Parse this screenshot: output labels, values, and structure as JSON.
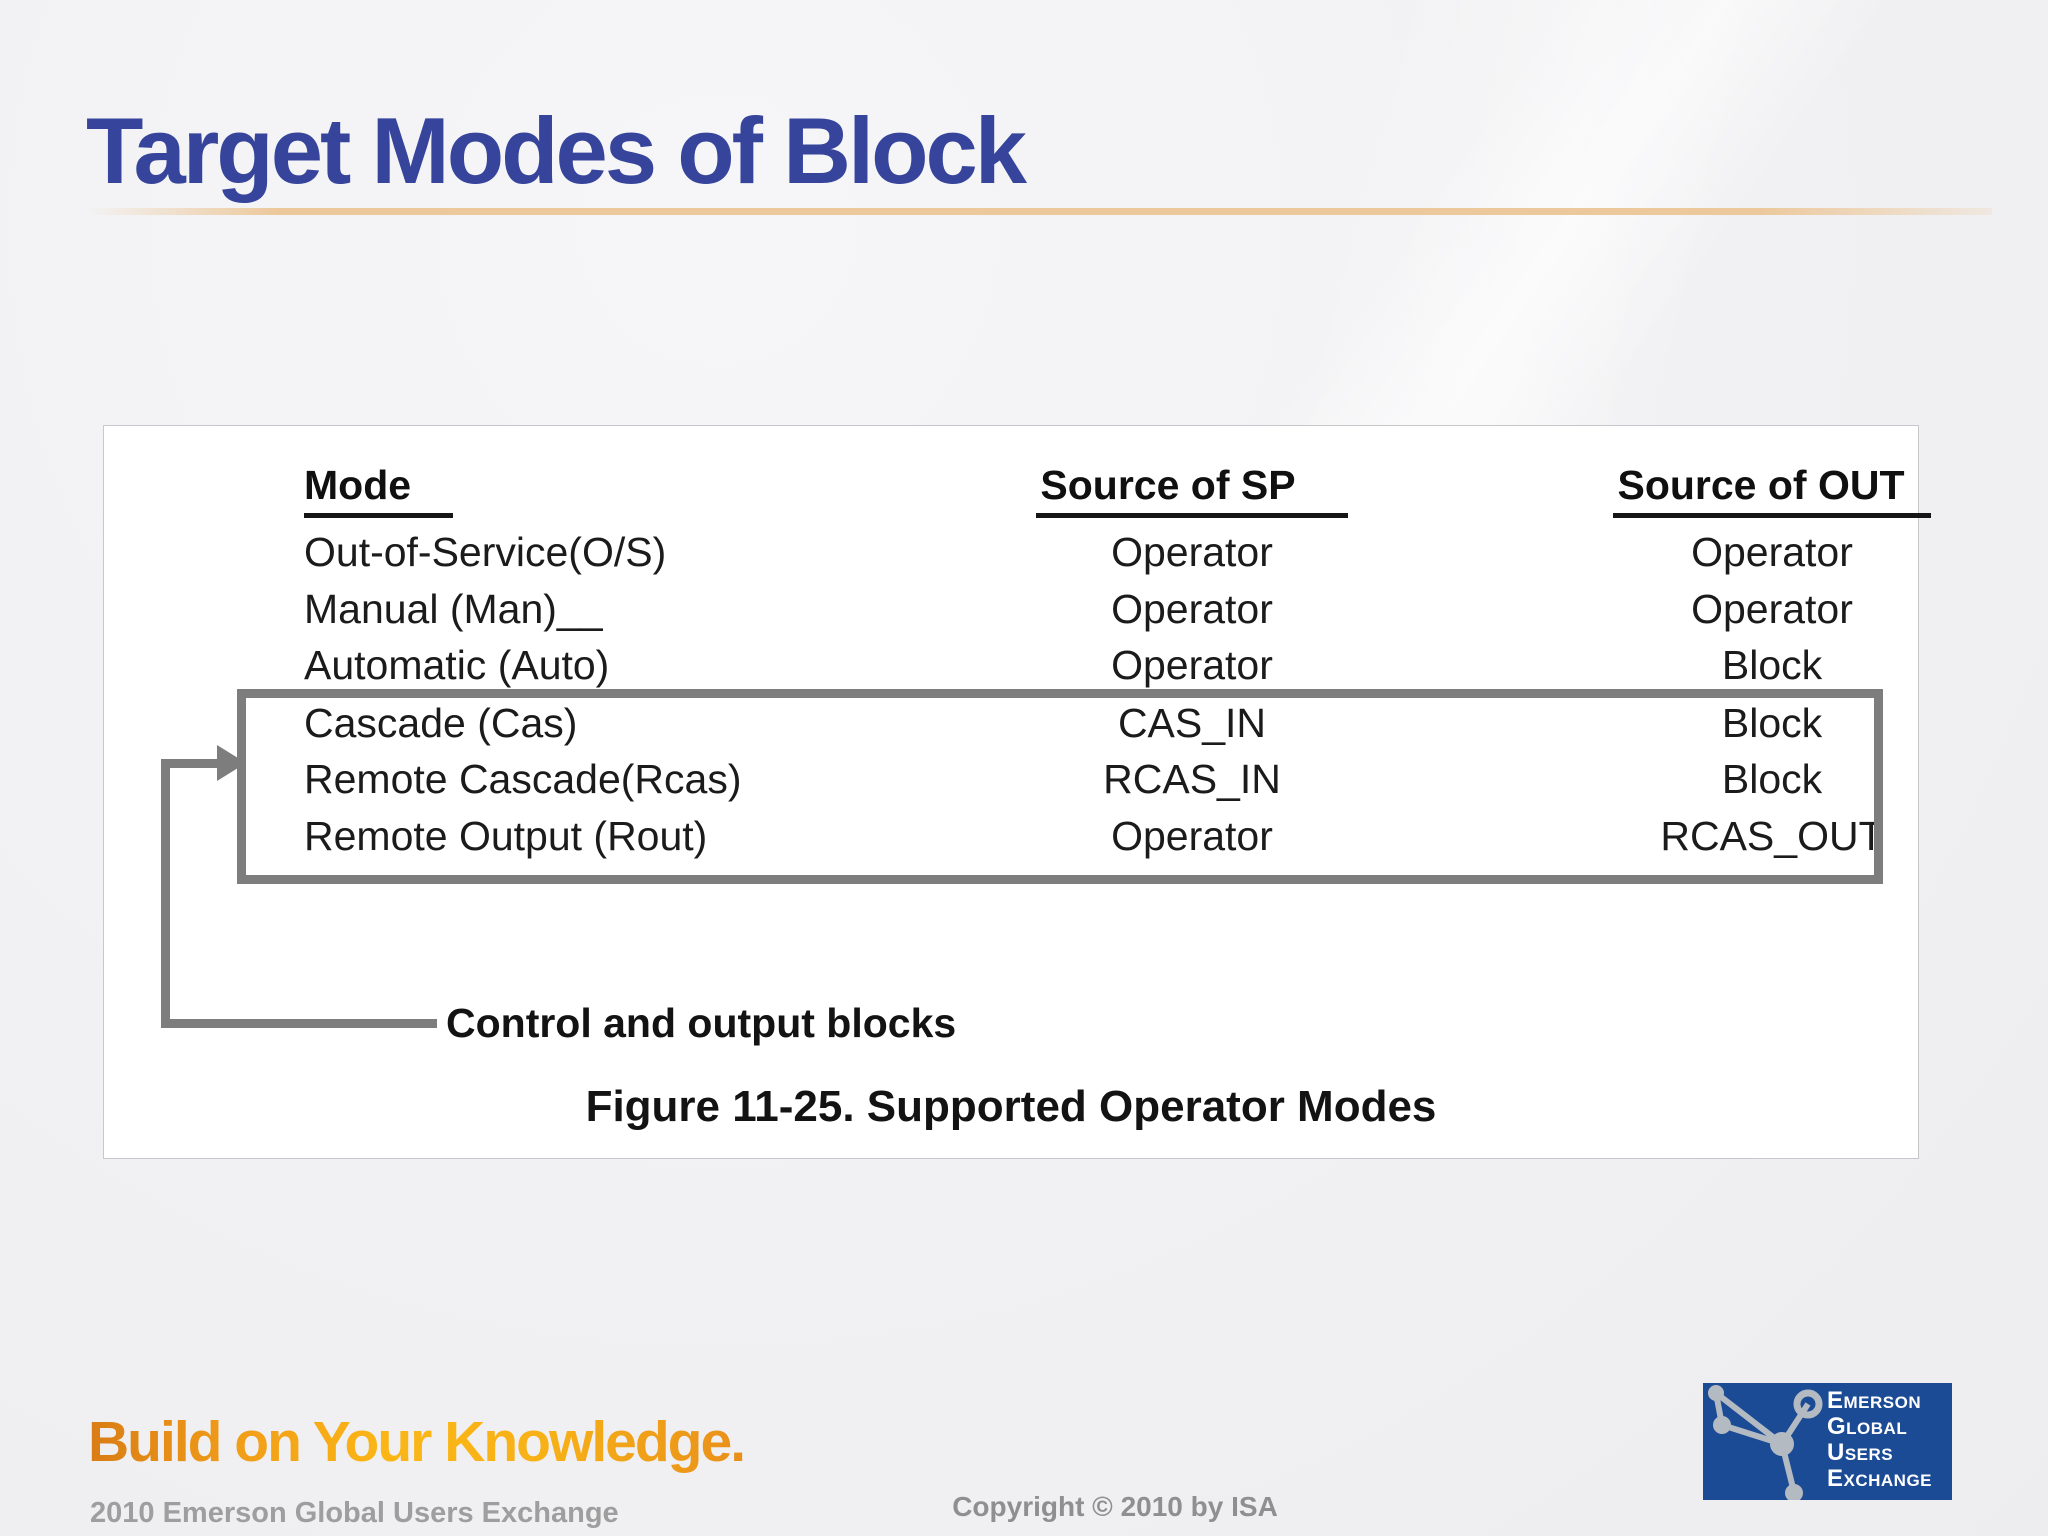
{
  "slide": {
    "title": "Target Modes of Block",
    "figure": {
      "table": {
        "headers": [
          "Mode",
          "Source of SP",
          "Source of OUT"
        ],
        "rows": [
          [
            "Out-of-Service(O/S)",
            "Operator",
            "Operator"
          ],
          [
            "Manual (Man)__",
            "Operator",
            "Operator"
          ],
          [
            "Automatic (Auto)",
            "Operator",
            "Block"
          ],
          [
            "Cascade (Cas)",
            "CAS_IN",
            "Block"
          ],
          [
            "Remote Cascade(Rcas)",
            "RCAS_IN",
            "Block"
          ],
          [
            "Remote Output (Rout)",
            "Operator",
            "RCAS_OUT"
          ]
        ],
        "highlighted_rows": "Cascade (Cas), Remote Cascade(Rcas), Remote Output (Rout)"
      },
      "callout_label": "Control and output blocks",
      "caption": "Figure 11-25. Supported Operator Modes"
    },
    "footer": {
      "tagline": "Build on Your Knowledge.",
      "subtitle": "2010 Emerson Global Users Exchange",
      "copyright": "Copyright © 2010 by ISA"
    },
    "logo": {
      "lines": [
        "Emerson",
        "Global",
        "Users",
        "Exchange"
      ]
    },
    "colors": {
      "title_blue": "#36459B",
      "accent_tan": "#ecc99d",
      "highlight_gray": "#7d7d7d",
      "tagline_orange": "#f0a018",
      "logo_blue": "#1c4b96"
    }
  }
}
